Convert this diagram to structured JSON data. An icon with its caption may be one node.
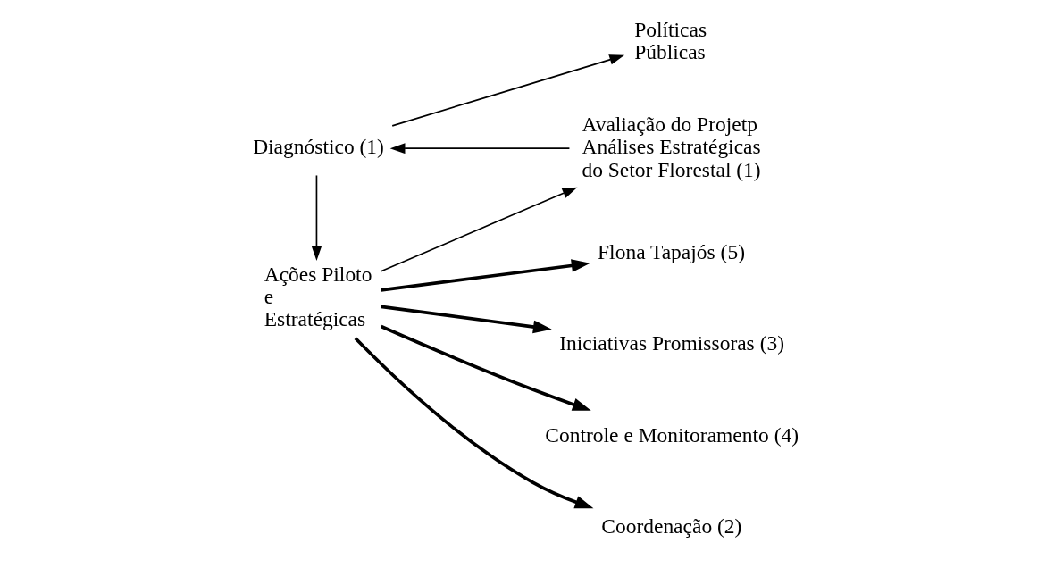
{
  "diagram": {
    "nodes": [
      {
        "text": [
          "Diagnóstico (1)"
        ]
      },
      {
        "text": [
          "Políticas Públicas"
        ]
      },
      {
        "text": [
          "Avaliação do Projetp Análises Estratégicas do Setor Florestal (1)"
        ]
      },
      {
        "text": [
          "Ações Piloto e Estratégicas"
        ]
      },
      {
        "text": [
          "Flona Tapajós (5)"
        ]
      },
      {
        "text": [
          "Iniciativas Promissoras (3)"
        ]
      },
      {
        "text": [
          "Controle e Monitoramento (4)"
        ]
      },
      {
        "text": [
          "Coordenação (2)"
        ]
      }
    ],
    "edges": [
      {
        "from": 0,
        "to": 1,
        "arrow": "to"
      },
      {
        "from": 0,
        "to": 3,
        "arrow": "to"
      },
      {
        "from": 2,
        "to": 0,
        "arrow": "to"
      },
      {
        "from": 3,
        "to": 2,
        "arrow": "to"
      },
      {
        "from": 3,
        "to": 4,
        "arrow": "to",
        "style": "thick"
      },
      {
        "from": 3,
        "to": 5,
        "arrow": "to",
        "style": "thick"
      },
      {
        "from": 3,
        "to": 6,
        "arrow": "to",
        "style": "thick"
      },
      {
        "from": 3,
        "to": 7,
        "arrow": "to",
        "style": "thick"
      }
    ]
  }
}
